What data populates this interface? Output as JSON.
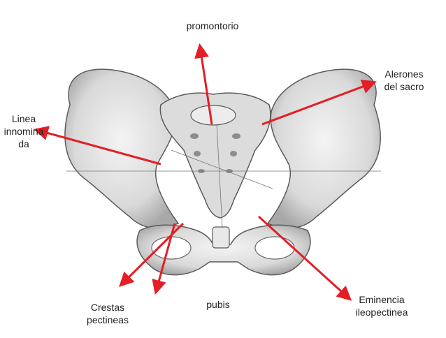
{
  "labels": {
    "promontorio": "promontorio",
    "alerones_1": "Alerones",
    "alerones_2": "del sacro",
    "linea_1": "Linea",
    "linea_2": "innomina",
    "linea_3": "da",
    "crestas_1": "Crestas",
    "crestas_2": "pectineas",
    "pubis": "pubis",
    "eminencia_1": "Eminencia",
    "eminencia_2": "ileopectinea"
  },
  "colors": {
    "arrow": "#e41e26",
    "bone_fill": "#e6e6e6",
    "bone_shade": "#b4b4b4",
    "bone_outline": "#5a5a5a",
    "text": "#222222"
  }
}
